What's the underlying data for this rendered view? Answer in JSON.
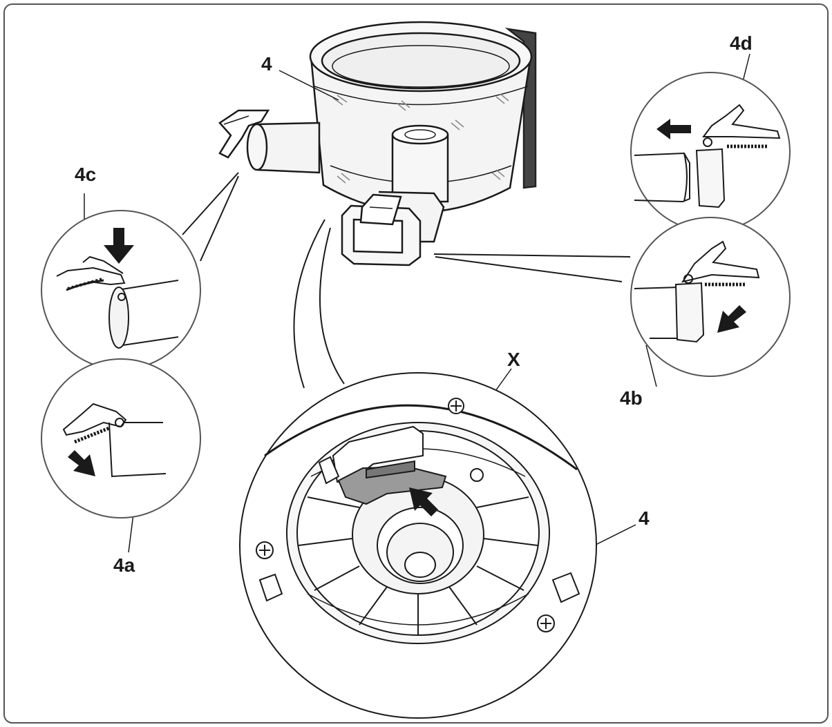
{
  "labels": {
    "bin_top": "4",
    "bin_bottom": "4",
    "latch_4a": "4a",
    "latch_4b": "4b",
    "latch_4c": "4c",
    "latch_4d": "4d",
    "seal_x": "X"
  },
  "colors": {
    "ink": "#1a1a1a",
    "bin_fill": "#f2f2f2",
    "bin_shade": "#d8d8d8",
    "seal": "#9a9a9a",
    "panel_border": "#555555"
  },
  "icons": [
    "arrow-down-icon",
    "arrow-left-icon",
    "arrow-down-left-icon",
    "arrow-down-right-icon",
    "arrow-up-left-icon",
    "screw-icon"
  ]
}
